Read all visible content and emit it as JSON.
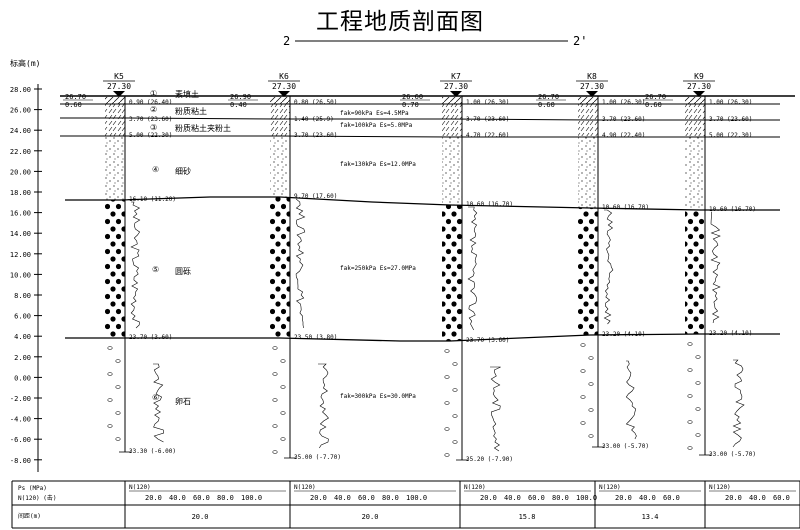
{
  "title": "工程地质剖面图",
  "section": {
    "start": "2",
    "end": "2'"
  },
  "elevation_axis": {
    "label": "标高(m)",
    "ticks": [
      "28.00",
      "26.00",
      "24.00",
      "22.00",
      "20.00",
      "18.00",
      "16.00",
      "14.00",
      "12.00",
      "10.00",
      "8.00",
      "6.00",
      "4.00",
      "2.00",
      "0.00",
      "-2.00",
      "-4.00",
      "-6.00",
      "-8.00"
    ]
  },
  "boreholes": [
    {
      "id": "K5",
      "elev": "27.30",
      "left_notes": [
        "26.70",
        "0.60"
      ],
      "right_notes": [
        "0.90 (26.40)",
        "3.70 (23.60)",
        "5.00 (22.30)",
        "16.10 (11.20)",
        "23.70 (3.60)",
        "33.30 (-6.00)"
      ]
    },
    {
      "id": "K6",
      "elev": "27.30",
      "left_notes": [
        "26.90",
        "0.40"
      ],
      "right_notes": [
        "0.80 (26.50)",
        "1.40 (25.9)",
        "3.70 (23.60)",
        "9.70 (17.60)",
        "23.50 (3.80)",
        "35.00 (-7.70)"
      ]
    },
    {
      "id": "K7",
      "elev": "27.30",
      "left_notes": [
        "26.60",
        "0.70"
      ],
      "right_notes": [
        "1.00 (26.30)",
        "3.70 (23.60)",
        "4.70 (22.60)",
        "10.60 (16.70)",
        "23.70 (3.60)",
        "35.20 (-7.90)"
      ]
    },
    {
      "id": "K8",
      "elev": "27.30",
      "left_notes": [
        "26.70",
        "0.60"
      ],
      "right_notes": [
        "1.00 (26.30)",
        "3.70 (23.60)",
        "4.90 (22.40)",
        "10.60 (16.70)",
        "23.20 (4.10)",
        "33.00 (-5.70)"
      ]
    },
    {
      "id": "K9",
      "elev": "27.30",
      "left_notes": [
        "26.70",
        "0.60"
      ],
      "right_notes": [
        "1.00 (26.30)",
        "3.70 (23.60)",
        "5.00 (22.30)",
        "10.60 (16.70)",
        "23.20 (4.10)",
        "33.00 (-5.70)"
      ]
    }
  ],
  "layers": [
    {
      "no": "①",
      "name": "素填土"
    },
    {
      "no": "②",
      "name": "粉质粘土"
    },
    {
      "no": "③",
      "name": "粉质粘土夹粉土"
    },
    {
      "no": "④",
      "name": "细砂"
    },
    {
      "no": "⑤",
      "name": "圆砾"
    },
    {
      "no": "⑥",
      "name": "卵石"
    }
  ],
  "layer_params": [
    "fak=90kPa Es=4.5MPa",
    "fak=100kPa Es=5.0MPa",
    "fak=130kPa Es=12.0MPa",
    "fak=250kPa Es=27.0MPa",
    "fak=300kPa Es=30.0MPa"
  ],
  "bottom_table": {
    "row1_label": "Ps (MPa)",
    "row1_label2": "N(120) (击)",
    "row2_label": "间距(m)",
    "scale_label": "N(120)",
    "scale_ticks": [
      "20.0",
      "40.0",
      "60.0",
      "80.0",
      "100.0"
    ],
    "distances": [
      "20.0",
      "20.0",
      "15.8",
      "13.4"
    ]
  }
}
